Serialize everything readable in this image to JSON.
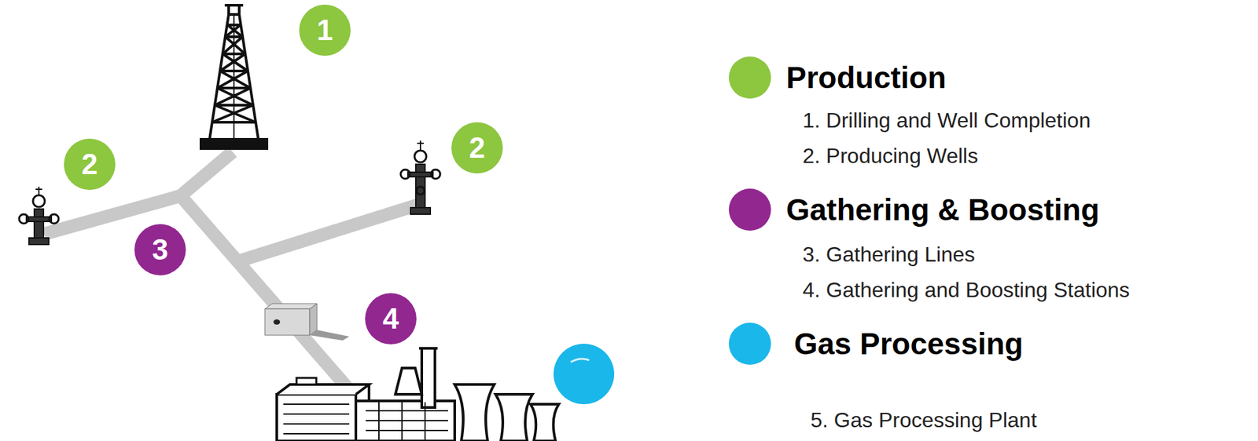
{
  "diagram": {
    "nodes": [
      {
        "text": [
          "1"
        ]
      },
      {
        "text": [
          "2"
        ]
      },
      {
        "text": [
          "2"
        ]
      },
      {
        "text": [
          "3"
        ]
      },
      {
        "text": [
          "4"
        ]
      }
    ],
    "labels": [
      "1. Drilling and Well Completion",
      "2. Producing Wells",
      "3. Gathering Lines",
      "4. Gathering and Boosting Stations",
      "5. Gas Processing Plant"
    ],
    "legend": [
      {
        "text": "Production",
        "color": "#8dc63f"
      },
      {
        "text": "Gathering & Boosting",
        "color": "#92278f"
      },
      {
        "text": "Gas Processing",
        "color": "#1ab7ea"
      }
    ]
  }
}
